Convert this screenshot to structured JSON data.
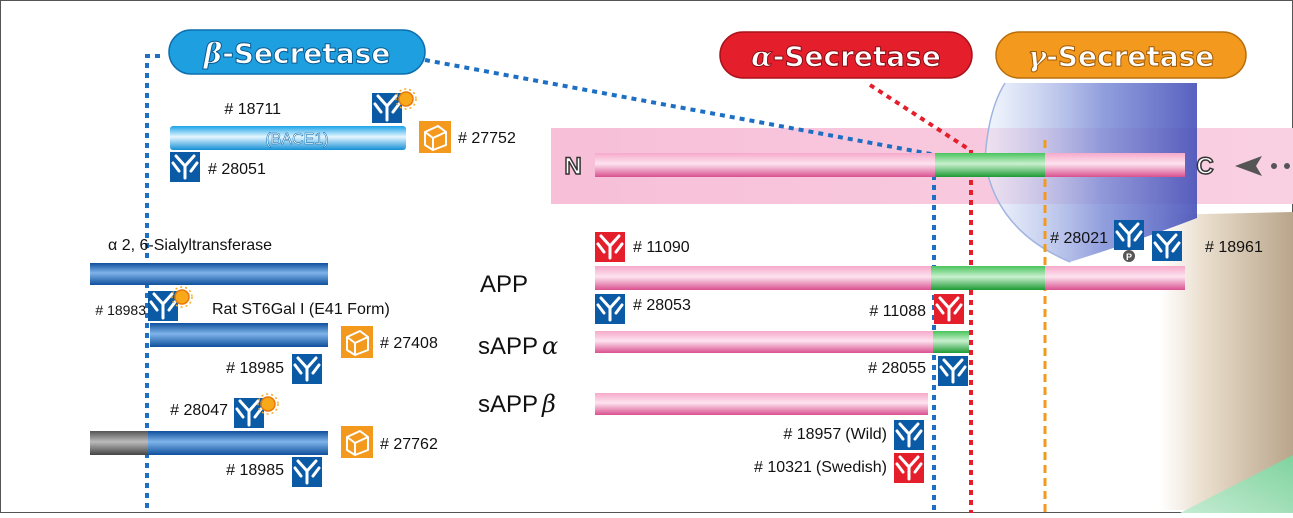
{
  "secretases": {
    "beta": {
      "greek": "β",
      "suffix": "-Secretase",
      "color": "#1e9fe0"
    },
    "alpha": {
      "greek": "α",
      "suffix": "-Secretase",
      "color": "#e41f2b"
    },
    "gamma": {
      "greek": "γ",
      "suffix": "-Secretase",
      "color": "#f39a1e"
    }
  },
  "bace": {
    "label": "(BACE1)",
    "antibody_top": "# 18711",
    "kit": "# 27752",
    "antibody_bottom": "# 28051"
  },
  "app_top": {
    "n_label": "N",
    "c_label": "C"
  },
  "sialyl": {
    "title": "α 2, 6-Sialyltransferase",
    "form_label": "Rat ST6Gal I (E41 Form)",
    "antibody_1": "# 18983",
    "kit_1": "# 27408",
    "antibody_2": "# 18985",
    "antibody_3": "# 28047",
    "kit_2": "# 27762",
    "antibody_4": "# 18985"
  },
  "app": {
    "label": "APP",
    "ab_top": "# 11090",
    "ab_bottom": "# 28053",
    "ab_right": "# 11088",
    "ab_gamma_1": "# 28021",
    "ab_gamma_2": "# 18961",
    "phospho": "P"
  },
  "sappa": {
    "label": "sAPP",
    "greek": "α",
    "ab": "# 28055"
  },
  "sappb": {
    "label": "sAPP",
    "greek": "β",
    "ab_wild": "# 18957",
    "wild_note": "(Wild)",
    "ab_swedish": "# 10321",
    "swedish_note": "(Swedish)"
  },
  "colors": {
    "app_pink": "#e86aa6",
    "segment_green": "#2fb545",
    "bar_blue": "#1f6bc0",
    "antibody_blue": "#0b5aa6",
    "antibody_red": "#e41f2b",
    "kit_orange": "#f39a1e"
  }
}
